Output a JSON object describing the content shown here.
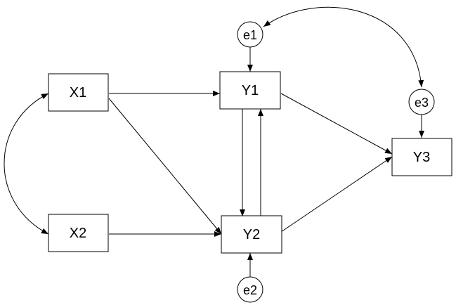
{
  "nodes": {
    "x1": "X1",
    "x2": "X2",
    "y1": "Y1",
    "y2": "Y2",
    "y3": "Y3",
    "e1": "e1",
    "e2": "e2",
    "e3": "e3"
  },
  "colors": {
    "stroke": "#000000",
    "background": "#ffffff"
  }
}
